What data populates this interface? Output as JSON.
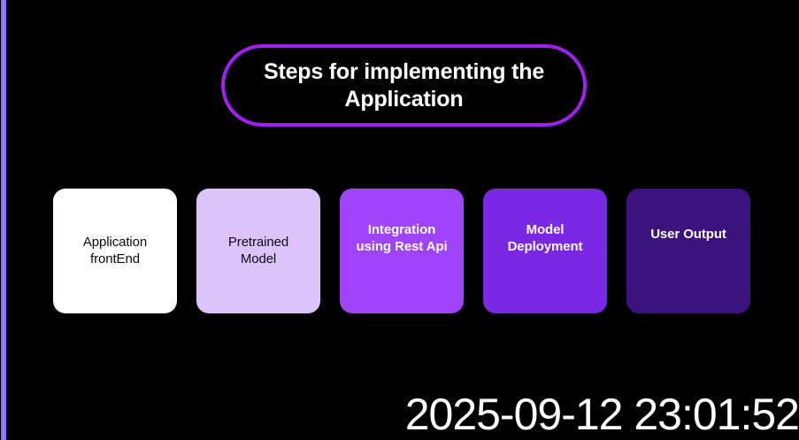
{
  "canvas": {
    "background_color": "#000000",
    "accent_stripe_color": "#8b6ff5"
  },
  "title": {
    "text": "Steps for implementing the\nApplication",
    "border_color": "#a11ff0",
    "text_color": "#ffffff"
  },
  "steps": [
    {
      "label": "Application\nfrontEnd",
      "fill": "#ffffff",
      "text_color": "#0a0a14"
    },
    {
      "label": "Pretrained\nModel",
      "fill": "#dcc4fb",
      "text_color": "#0a0a14"
    },
    {
      "label": "Integration\nusing Rest Api",
      "fill": "#a044fb",
      "text_color": "#ffffff"
    },
    {
      "label": "Model\nDeployment",
      "fill": "#7a28e6",
      "text_color": "#ffffff"
    },
    {
      "label": "User Output",
      "fill": "#3c127e",
      "text_color": "#ffffff"
    }
  ],
  "timestamp": {
    "value": "2025-09-12 23:01:52"
  }
}
